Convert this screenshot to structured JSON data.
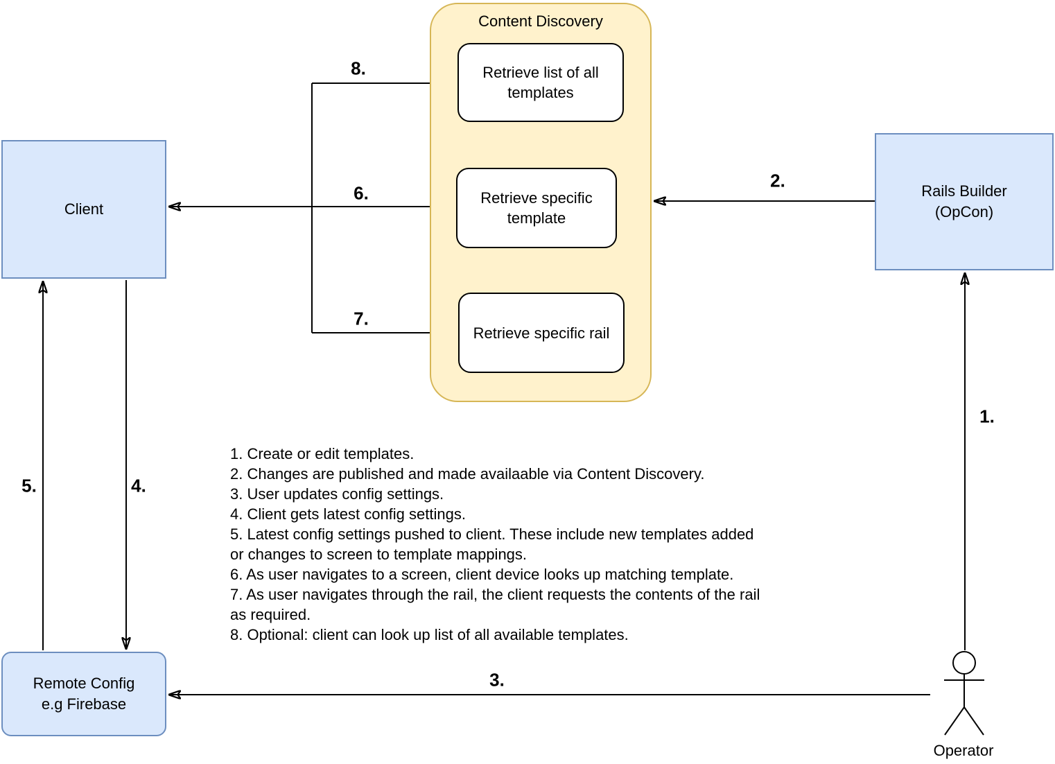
{
  "diagram": {
    "container": {
      "title": "Content Discovery"
    },
    "discovery_boxes": [
      {
        "label": "Retrieve list of all templates"
      },
      {
        "label": "Retrieve specific template"
      },
      {
        "label": "Retrieve specific rail"
      }
    ],
    "nodes": {
      "client": {
        "label": "Client"
      },
      "rails_builder": {
        "line1": "Rails Builder",
        "line2": "(OpCon)"
      },
      "remote_config": {
        "line1": "Remote Config",
        "line2": "e.g Firebase"
      },
      "operator": {
        "label": "Operator"
      }
    },
    "arrow_labels": {
      "a1": "1.",
      "a2": "2.",
      "a3": "3.",
      "a4": "4.",
      "a5": "5.",
      "a6": "6.",
      "a7": "7.",
      "a8": "8."
    },
    "notes_lines": [
      "1. Create or edit templates.",
      "2. Changes are published and made availaable via Content Discovery.",
      "3. User updates config settings.",
      "4. Client gets latest config settings.",
      "5. Latest config settings pushed to client. These include new templates added",
      "or changes to screen to template mappings.",
      "6. As user navigates to a screen, client device looks up matching template.",
      "7. As user navigates through the rail, the client requests the contents of the rail",
      "as required.",
      "8. Optional: client can look up list of all available templates."
    ],
    "colors": {
      "node_fill": "#dae8fc",
      "node_stroke": "#6c8ebf",
      "container_fill": "#fff2cc",
      "container_stroke": "#d6b656",
      "inner_box_fill": "#ffffff",
      "line_color": "#000000"
    }
  }
}
